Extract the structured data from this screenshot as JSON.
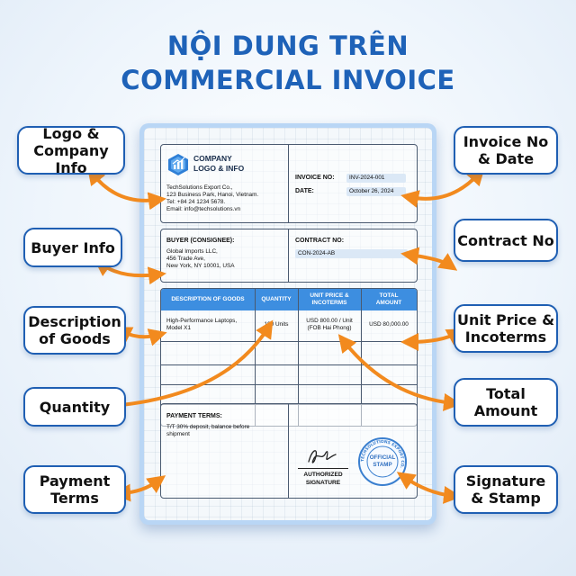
{
  "title": {
    "line1": "NỘI DUNG TRÊN",
    "line2": "COMMERCIAL INVOICE"
  },
  "callouts": {
    "logo": "Logo &\nCompany Info",
    "buyer": "Buyer Info",
    "description": "Description\nof Goods",
    "quantity": "Quantity",
    "payment": "Payment\nTerms",
    "invoice_no": "Invoice No\n& Date",
    "contract_no": "Contract No",
    "unit_price": "Unit Price &\nIncoterms",
    "total": "Total\nAmount",
    "signature": "Signature\n& Stamp"
  },
  "invoice": {
    "company": {
      "logo_line1": "COMPANY",
      "logo_line2": "LOGO & INFO",
      "name": "TechSolutions Export Co.,",
      "address": "123 Business Park, Hanoi, Vietnam.",
      "tel": "Tel: +84 24 1234 5678.",
      "email": "Email: info@techsolutions.vn"
    },
    "invoice_no_label": "INVOICE NO:",
    "invoice_no": "INV-2024-001",
    "date_label": "DATE:",
    "date": "October 26, 2024",
    "buyer": {
      "label": "BUYER (CONSIGNEE):",
      "name": "Global Imports LLC,",
      "address1": "456 Trade Ave,",
      "address2": "New York, NY 10001, USA"
    },
    "contract_label": "CONTRACT NO:",
    "contract_no": "CON-2024-AB",
    "table": {
      "headers": [
        "DESCRIPTION OF GOODS",
        "QUANTITY",
        "UNIT PRICE &\nINCOTERMS",
        "TOTAL\nAMOUNT"
      ],
      "row": {
        "description": "High-Performance Laptops,\nModel X1",
        "quantity": "100 Units",
        "unit_price": "USD 800.00 / Unit\n(FOB Hai Phong)",
        "total": "USD 80,000.00"
      }
    },
    "payment": {
      "label": "PAYMENT TERMS:",
      "text": "T/T 30% deposit, balance before\nshipment"
    },
    "signature": {
      "line1": "AUTHORIZED",
      "line2": "SIGNATURE"
    },
    "stamp": {
      "ring_text": "TECHSOLUTIONS EXPORT CO.",
      "line1": "OFFICIAL",
      "line2": "STAMP"
    }
  },
  "colors": {
    "title": "#1e62b8",
    "callout_border": "#1f5fb3",
    "arrow": "#f28a1e",
    "table_header": "#3d8ee0"
  }
}
